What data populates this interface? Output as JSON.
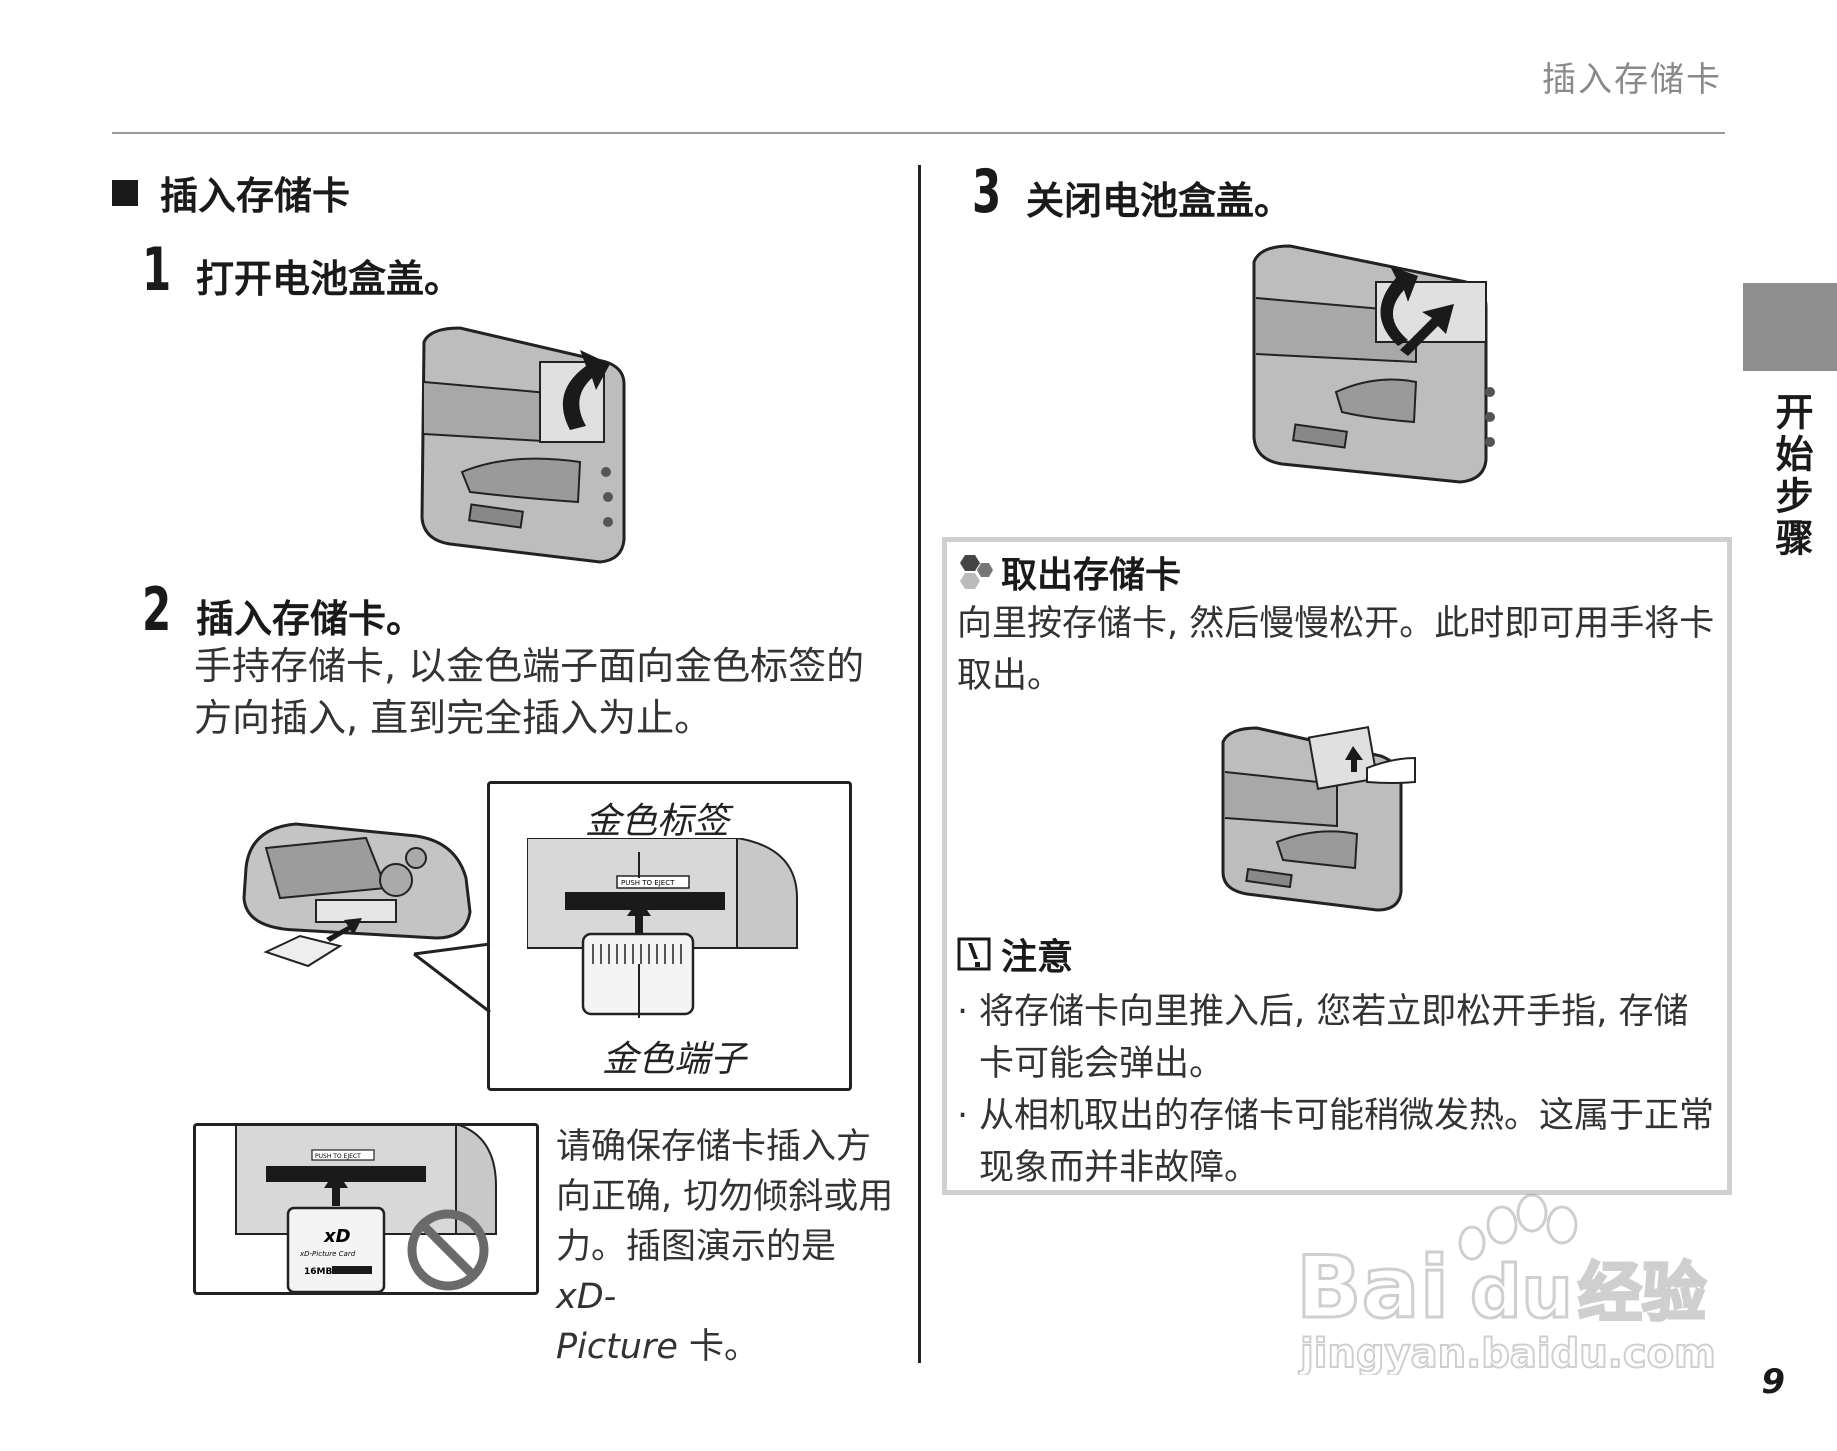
{
  "header": {
    "section_title": "插入存储卡"
  },
  "left": {
    "section": {
      "title": "插入存储卡"
    },
    "step1": {
      "number": "1",
      "title": "打开电池盒盖。"
    },
    "step2": {
      "number": "2",
      "title": "插入存储卡。",
      "body_line1": "手持存储卡, 以金色端子面向金色标签的",
      "body_line2": "方向插入, 直到完全插入为止。"
    },
    "callout": {
      "label_top": "金色标签",
      "label_bottom": "金色端子",
      "slot_text": "PUSH TO EJECT"
    },
    "wrong": {
      "slot_text": "PUSH TO EJECT",
      "card_brand": "xD",
      "card_name": "xD-Picture Card",
      "card_size": "16MB"
    },
    "side_note": {
      "line1": "请确保存储卡插入方",
      "line2": "向正确, 切勿倾斜或用",
      "line3_prefix": "力。插图演示的是 ",
      "line3_italic": "xD-",
      "line4_italic": "Picture",
      "line4_suffix": " 卡。"
    }
  },
  "right": {
    "step3": {
      "number": "3",
      "title": "关闭电池盒盖。"
    },
    "panel": {
      "title": "取出存储卡",
      "body_line1": "向里按存储卡, 然后慢慢松开。此时即可用手将卡",
      "body_line2": "取出。",
      "note_title": "注意",
      "notes": [
        {
          "line1": "将存储卡向里推入后, 您若立即松开手指, 存储",
          "line2": "卡可能会弹出。"
        },
        {
          "line1": "从相机取出的存储卡可能稍微发热。这属于正常",
          "line2": "现象而并非故障。"
        }
      ]
    }
  },
  "sidebar": {
    "chapter_label": "开始步骤"
  },
  "footer": {
    "page_number": "9"
  },
  "watermark": {
    "brand_a": "Bai",
    "brand_b": "du",
    "brand_cn": "经验",
    "url": "jingyan.baidu.com"
  },
  "icons": {
    "section_bullet": "square-bullet-icon",
    "panel_title": "hexagon-cluster-icon",
    "note": "caution-icon",
    "prohibited": "prohibited-icon"
  }
}
